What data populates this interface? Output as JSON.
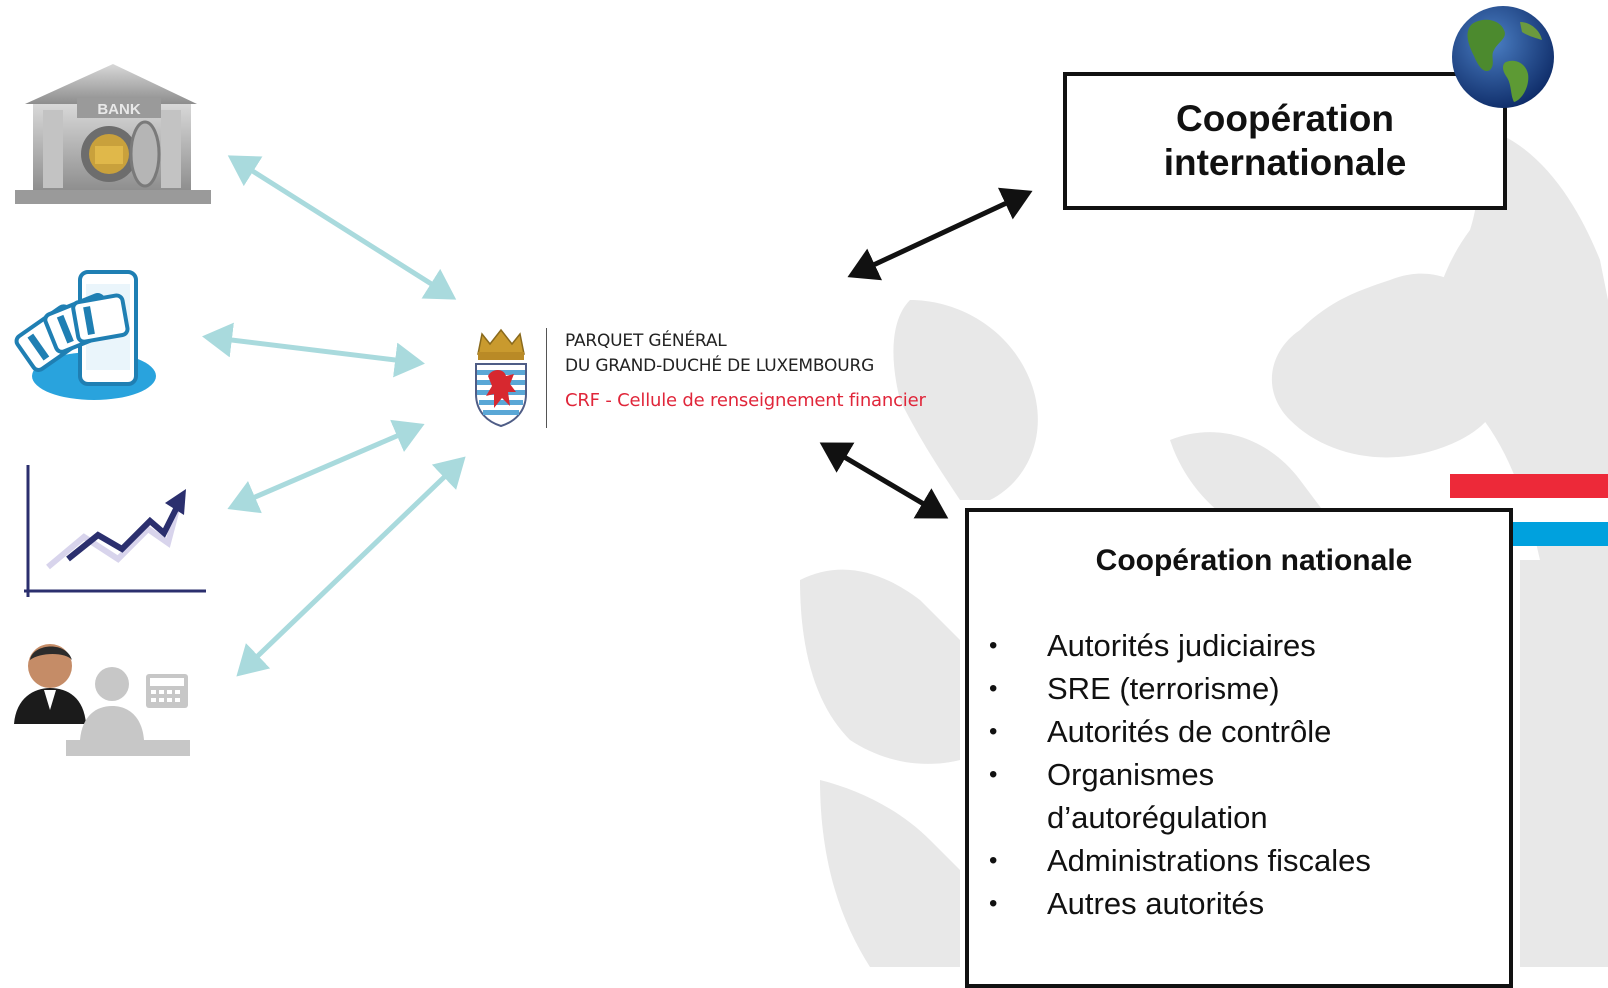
{
  "logo": {
    "line1": "PARQUET GÉNÉRAL",
    "line2": "DU GRAND-DUCHÉ DE LUXEMBOURG",
    "line3": "CRF - Cellule de renseignement financier"
  },
  "bank_sign": "BANK",
  "international": {
    "title": "Coopération internationale"
  },
  "national": {
    "title": "Coopération nationale",
    "items": [
      "Autorités judiciaires",
      "SRE (terrorisme)",
      "Autorités de contrôle",
      "Organismes d’autorégulation",
      "Administrations fiscales",
      "Autres autorités"
    ]
  },
  "icons": [
    "bank-icon",
    "mobile-payment-icon",
    "growth-chart-icon",
    "professionals-icon",
    "globe-icon",
    "luxembourg-flag-icon",
    "crest-icon"
  ],
  "colors": {
    "arrow_light": "#a9dadd",
    "arrow_dark": "#111111",
    "crf_red": "#e0263a",
    "flag_red": "#ed2939",
    "flag_blue": "#00a1de",
    "watermark": "#e6e6e6"
  }
}
